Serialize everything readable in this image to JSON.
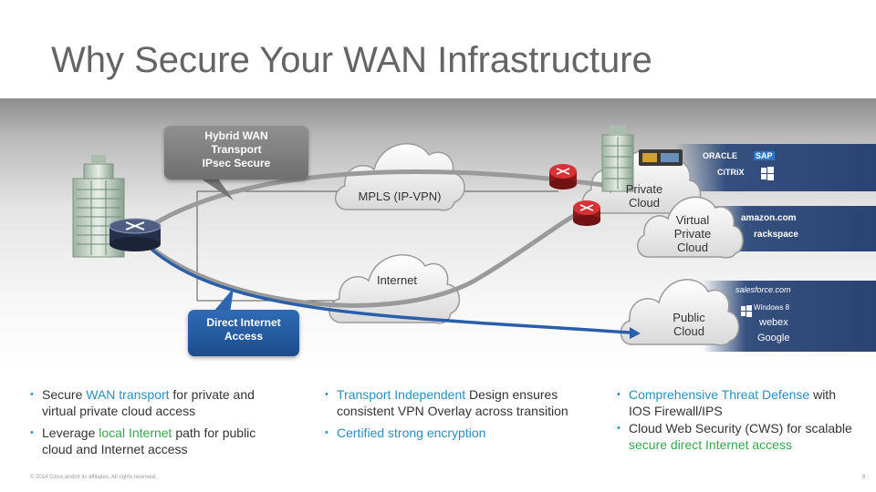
{
  "slide": {
    "title": "Why Secure Your WAN Infrastructure",
    "footer": "© 2014 Cisco and/or its affiliates. All rights reserved.",
    "page_number": "8"
  },
  "diagram": {
    "callout_hybrid": [
      "Hybrid WAN",
      "Transport",
      "IPsec Secure"
    ],
    "callout_direct": [
      "Direct Internet",
      "Access"
    ],
    "clouds": {
      "mpls": "MPLS (IP-VPN)",
      "internet": "Internet",
      "private": [
        "Private",
        "Cloud"
      ],
      "virtual_private": [
        "Virtual",
        "Private",
        "Cloud"
      ],
      "public": [
        "Public",
        "Cloud"
      ]
    },
    "vendors": {
      "private_cloud": [
        "ORACLE",
        "SAP",
        "CiTRiX"
      ],
      "virtual_private_cloud": [
        "amazon.com",
        "rackspace"
      ],
      "public_cloud": [
        "salesforce.com",
        "Windows 8",
        "webex",
        "Google"
      ]
    },
    "colors": {
      "primary_path": "#2a5ea8",
      "secondary_path": "#9a9a9a",
      "router": "#c8262a"
    },
    "icons": [
      "building-icon",
      "router-icon",
      "cloud-icon",
      "windows-logo-icon"
    ]
  },
  "bullets": {
    "col1": [
      {
        "pre": "Secure ",
        "hl": "WAN transport",
        "post": " for private and virtual private cloud access"
      },
      {
        "pre": "Leverage ",
        "hl": "local Internet",
        "post": " path for public cloud and Internet access"
      }
    ],
    "col2": [
      {
        "hl": "Transport Independent",
        "post": " Design ensures consistent VPN Overlay across transition"
      },
      {
        "hl": "Certified strong encryption"
      }
    ],
    "col3": [
      {
        "hl": "Comprehensive Threat Defense",
        "post": " with IOS Firewall/IPS"
      },
      {
        "pre": "Cloud Web Security (CWS) for scalable ",
        "hl": "secure direct Internet access"
      }
    ]
  }
}
